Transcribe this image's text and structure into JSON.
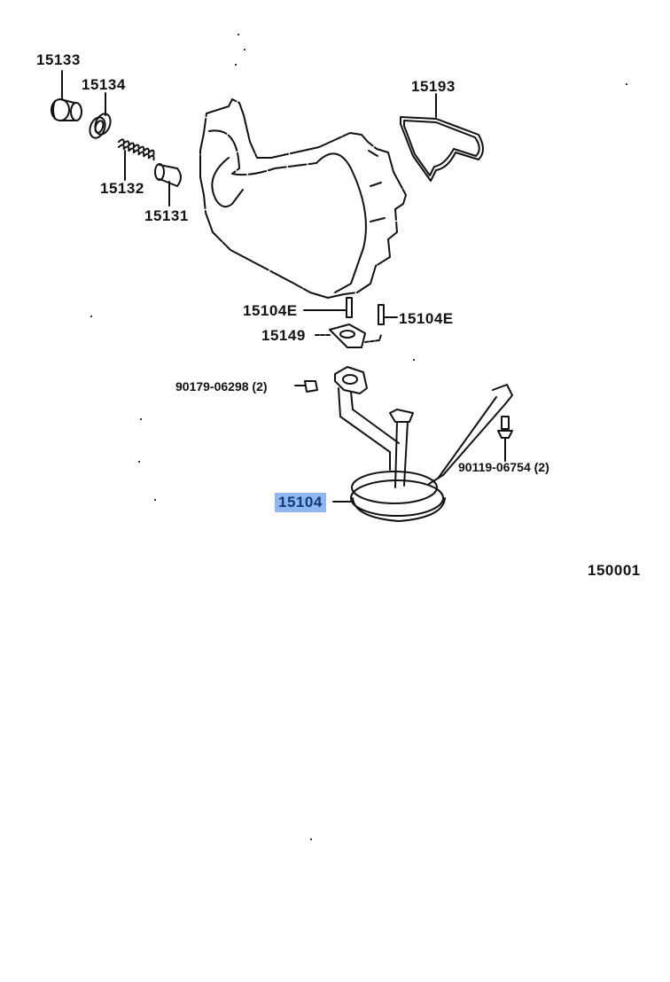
{
  "diagram": {
    "type": "parts-exploded-view",
    "highlight_color": "#8fb6ee",
    "highlight_text_color": "#123a78",
    "figure_id": "150001",
    "parts": [
      {
        "id": "15133",
        "label": "15133"
      },
      {
        "id": "15134",
        "label": "15134"
      },
      {
        "id": "15132",
        "label": "15132"
      },
      {
        "id": "15131",
        "label": "15131"
      },
      {
        "id": "15193",
        "label": "15193"
      },
      {
        "id": "15104E-left",
        "label": "15104E"
      },
      {
        "id": "15104E-right",
        "label": "15104E"
      },
      {
        "id": "15149",
        "label": "15149"
      },
      {
        "id": "90179-06298",
        "label": "90179-06298 (2)"
      },
      {
        "id": "90119-06754",
        "label": "90119-06754 (2)"
      },
      {
        "id": "15104",
        "label": "15104",
        "highlighted": true
      }
    ]
  }
}
